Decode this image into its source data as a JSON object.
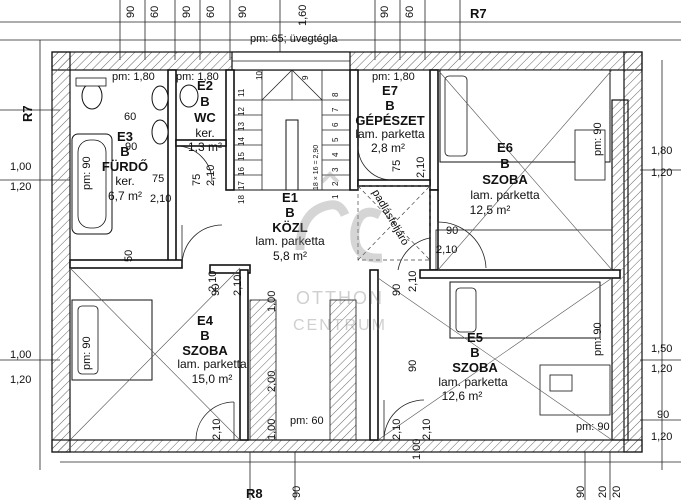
{
  "top_dims": [
    "90",
    "60",
    "90",
    "60",
    "90",
    "1,60",
    "90",
    "60",
    "R7"
  ],
  "glass_label": "pm: 65; üvegtégla",
  "left_dims": [
    "R7",
    "1,00",
    "1,20"
  ],
  "right_dims": [
    "1,80",
    "1,20",
    "1,50",
    "1,20",
    "90",
    "1,20"
  ],
  "rooms": [
    {
      "code": "E2",
      "b": "B",
      "name": "WC",
      "floor": "ker.",
      "area": "1,3 m²"
    },
    {
      "code": "E3",
      "b": "B",
      "name": "FÜRDŐ",
      "floor": "ker.",
      "area": "6,7 m²"
    },
    {
      "code": "E7",
      "b": "B",
      "name": "GÉPÉSZET",
      "floor": "lam. parketta",
      "area": "2,8 m²"
    },
    {
      "code": "E6",
      "b": "B",
      "name": "SZOBA",
      "floor": "lam. parketta",
      "area": "12,5 m²"
    },
    {
      "code": "E1",
      "b": "B",
      "name": "KÖZL",
      "floor": "lam. parketta",
      "area": "5,8 m²"
    },
    {
      "code": "E4",
      "b": "B",
      "name": "SZOBA",
      "floor": "lam. parketta",
      "area": "15,0 m²"
    },
    {
      "code": "E5",
      "b": "B",
      "name": "SZOBA",
      "floor": "lam. parketta",
      "area": "12,6 m²"
    }
  ],
  "sill_labels": {
    "wc": "pm: 1,80",
    "bath": "pm: 1,80",
    "gepeszet": "pm: 1,80",
    "e6_side": "pm: 90",
    "bath_side": "pm: 90",
    "e4_side": "pm: 90",
    "e5_side": "pm: 90",
    "e5_bottom": "pm: 90",
    "bottom_mid": "pm: 60"
  },
  "opening_dims": [
    "60",
    "90",
    "75",
    "2,10",
    "75",
    "2,10",
    "75",
    "2,10",
    "50",
    "90",
    "2,10",
    "2,10",
    "90",
    "2,10",
    "90",
    "2,10",
    "90",
    "1,00",
    "2,10",
    "1,00",
    "2,10",
    "1,00",
    "2,00",
    "2,10"
  ],
  "attic_label": "padlásfeljáró",
  "stair_numbers": [
    "10",
    "9",
    "11",
    "12",
    "13",
    "14",
    "15",
    "16",
    "17",
    "18",
    "8",
    "7",
    "6",
    "5",
    "4",
    "3",
    "2",
    "1"
  ],
  "stair_note": "18 × 16 = 2,90",
  "bottom_dims": [
    "R8",
    "90",
    "90",
    "20",
    "20"
  ],
  "watermark": {
    "line1": "OTTHON",
    "line2": "CENTRUM"
  }
}
